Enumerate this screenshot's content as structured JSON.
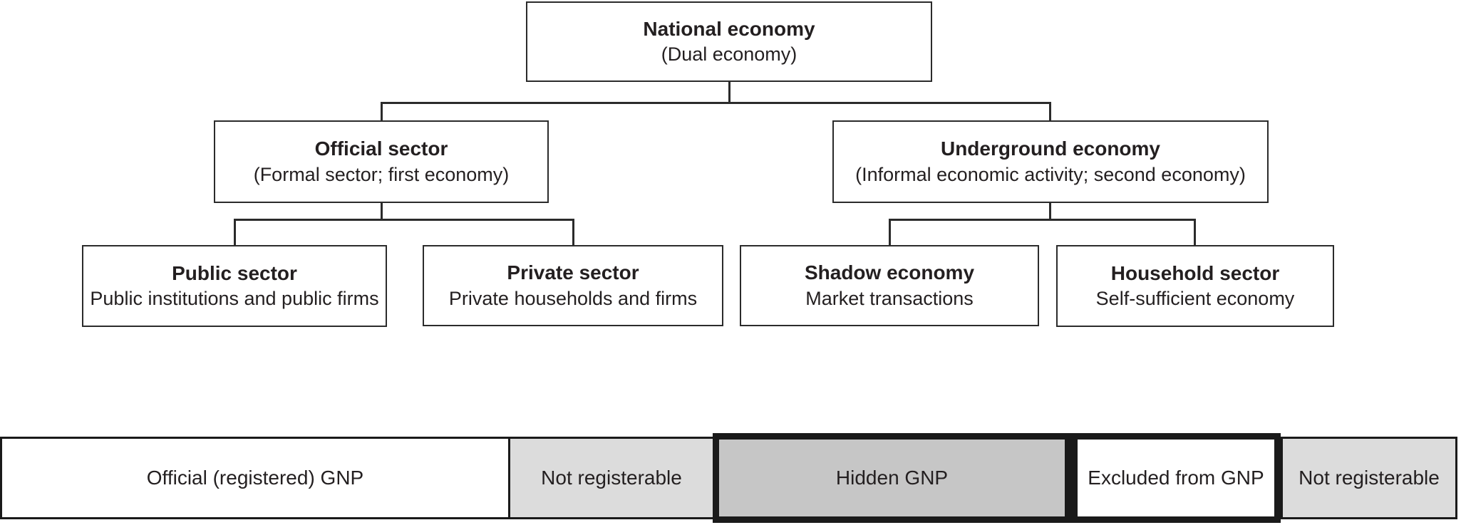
{
  "tree": {
    "root": {
      "title": "National economy",
      "subtitle": "(Dual economy)"
    },
    "official": {
      "title": "Official sector",
      "subtitle": "(Formal sector; first economy)"
    },
    "underground": {
      "title": "Underground economy",
      "subtitle": "(Informal economic activity; second economy)"
    },
    "public": {
      "title": "Public sector",
      "subtitle": "Public institutions and public firms"
    },
    "private": {
      "title": "Private sector",
      "subtitle": "Private households and firms"
    },
    "shadow": {
      "title": "Shadow economy",
      "subtitle": "Market transactions"
    },
    "household": {
      "title": "Household sector",
      "subtitle": "Self-sufficient economy"
    }
  },
  "gnp_bar": {
    "segments": [
      {
        "label": "Official (registered) GNP",
        "fill": "#ffffff",
        "emphasized": false
      },
      {
        "label": "Not registerable",
        "fill": "#dcdcdc",
        "emphasized": false
      },
      {
        "label": "Hidden GNP",
        "fill": "#c6c6c6",
        "emphasized": true
      },
      {
        "label": "Excluded from GNP",
        "fill": "#ffffff",
        "emphasized": true
      },
      {
        "label": "Not registerable",
        "fill": "#dcdcdc",
        "emphasized": false
      }
    ]
  },
  "colors": {
    "box_border": "#2b2b2b",
    "bar_border": "#1a1a1a",
    "light_gray": "#dcdcdc",
    "medium_gray": "#c6c6c6",
    "text": "#231f20"
  }
}
